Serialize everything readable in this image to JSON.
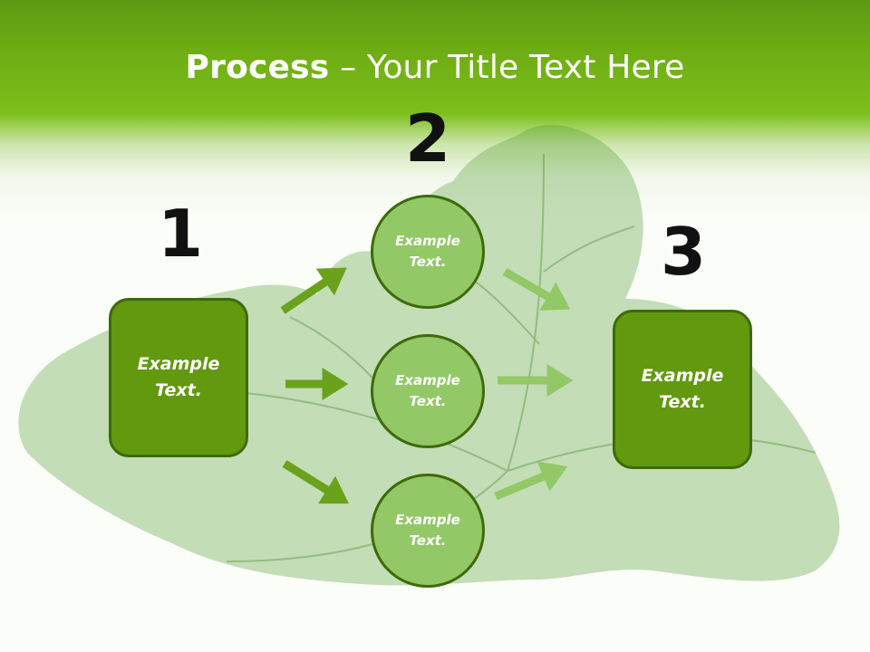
{
  "title": {
    "bold": "Process",
    "rest": " – Your Title Text Here"
  },
  "steps": [
    {
      "number": "1",
      "label": "Example Text."
    },
    {
      "number": "2",
      "items": [
        "Example Text.",
        "Example Text.",
        "Example Text."
      ]
    },
    {
      "number": "3",
      "label": "Example Text."
    }
  ],
  "colors": {
    "header_green": "#6fae14",
    "box_fill": "#62990f",
    "circle_fill": "#92c866",
    "outline": "#3d6b0a",
    "arrow_dark": "#6aa21c",
    "arrow_light": "#92c866"
  },
  "icons": {
    "arrow": "right-arrow-icon",
    "background": "leaf-image"
  }
}
